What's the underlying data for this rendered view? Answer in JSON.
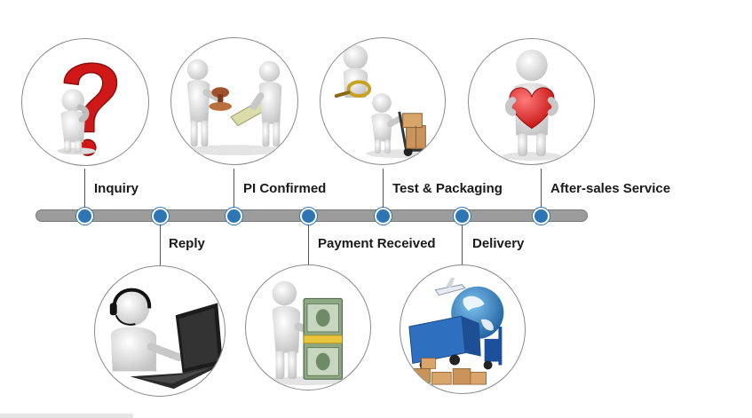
{
  "process": {
    "steps": [
      {
        "label": "Inquiry",
        "icon": "question-mark-figure-icon"
      },
      {
        "label": "Reply",
        "icon": "headset-laptop-figure-icon"
      },
      {
        "label": "PI Confirmed",
        "icon": "stamp-document-figures-icon"
      },
      {
        "label": "Payment Received",
        "icon": "figure-money-stack-icon"
      },
      {
        "label": "Test & Packaging",
        "icon": "magnifier-handtruck-boxes-icon"
      },
      {
        "label": "Delivery",
        "icon": "globe-truck-plane-forklift-icon"
      },
      {
        "label": "After-sales Service",
        "icon": "figure-holding-heart-icon"
      }
    ]
  },
  "colors": {
    "timeline": "#9c9c9c",
    "node": "#2e75b6",
    "heart": "#e02020",
    "question_mark": "#d01818"
  }
}
